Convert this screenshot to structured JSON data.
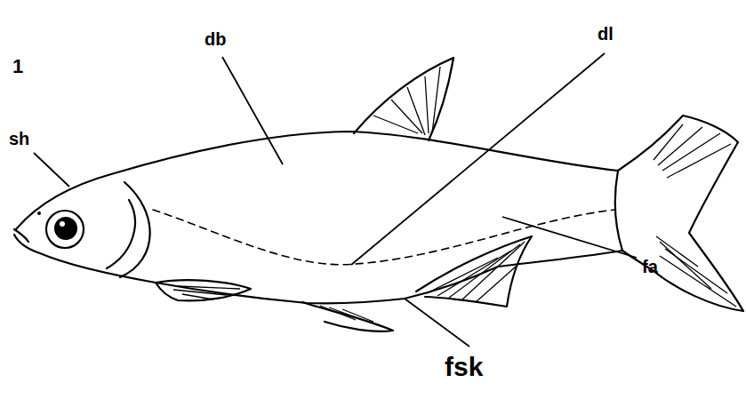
{
  "diagram": {
    "labels": [
      "1",
      "sh",
      "db",
      "dl",
      "fa",
      "fsk"
    ]
  }
}
